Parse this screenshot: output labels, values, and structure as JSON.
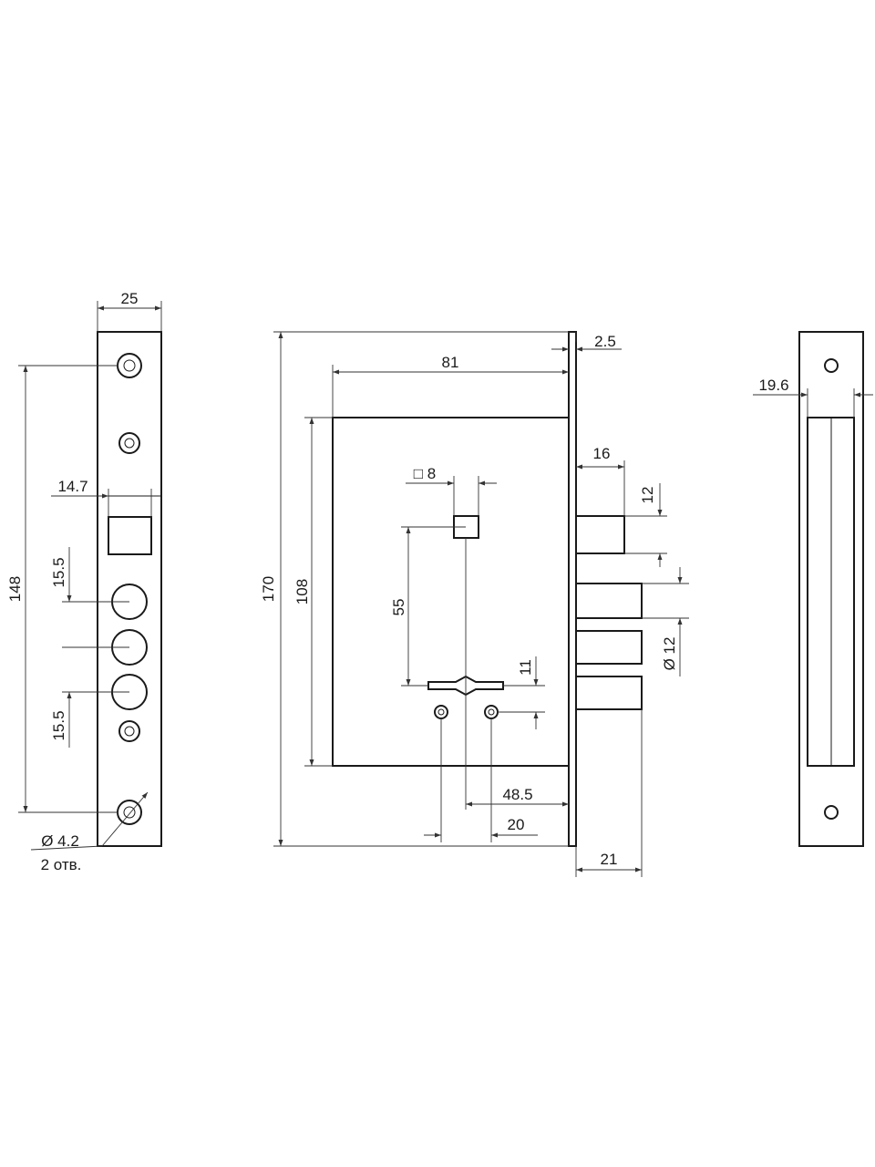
{
  "labels": {
    "faceplate_width": "25",
    "screw_spacing": "148",
    "cutout_offset": "14.7",
    "bolt_spacing_top": "15.5",
    "bolt_spacing_bottom": "15.5",
    "hole_diameter": "Ø 4.2",
    "hole_count": "2 отв.",
    "overall_width": "81",
    "plate_thickness": "2.5",
    "overall_height": "170",
    "body_height": "108",
    "spindle_square": "□ 8",
    "centre_distance": "55",
    "latch_projection": "16",
    "latch_height": "12",
    "bolt_diameter": "Ø 12",
    "keyhole_offset": "11",
    "backset": "48.5",
    "fixing_spacing": "20",
    "bolt_throw": "21",
    "strike_width": "19.6"
  }
}
